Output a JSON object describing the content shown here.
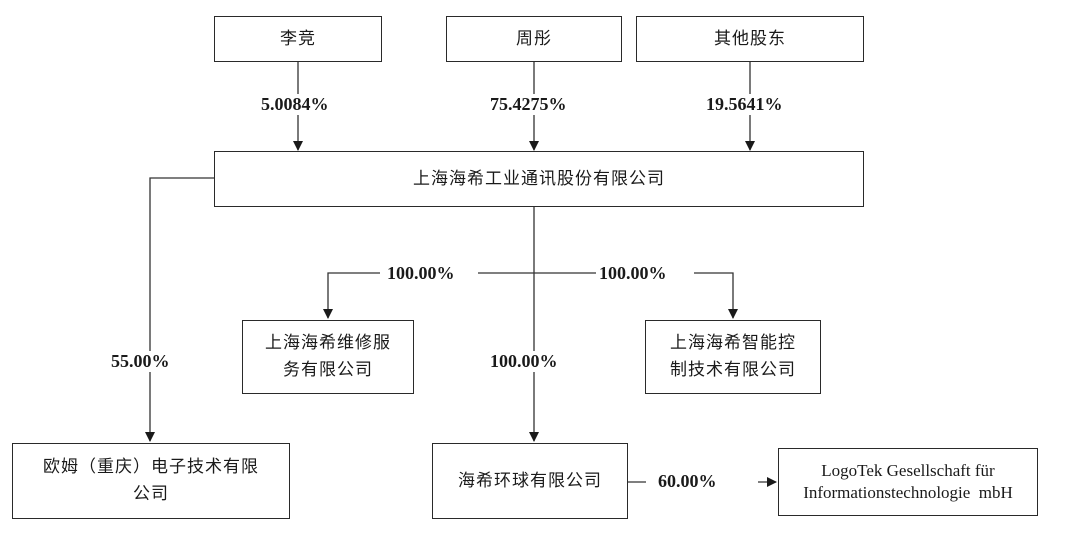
{
  "nodes": {
    "shareholder_li": "李竞",
    "shareholder_zhou": "周彤",
    "shareholder_other": "其他股东",
    "parent": "上海海希工业通讯股份有限公司",
    "sub_service": [
      "上海海希维修服",
      "务有限公司"
    ],
    "sub_smart": [
      "上海海希智能控",
      "制技术有限公司"
    ],
    "sub_oumu": [
      "欧姆（重庆）电子技术有限",
      "公司"
    ],
    "sub_global": "海希环球有限公司",
    "sub_logotek": [
      "LogoTek Gesellschaft für",
      "Informationstechnologie  mbH"
    ]
  },
  "edges": {
    "li_to_parent": "5.0084%",
    "zhou_to_parent": "75.4275%",
    "other_to_parent": "19.5641%",
    "parent_to_service": "100.00%",
    "parent_to_smart": "100.00%",
    "parent_to_oumu": "55.00%",
    "parent_to_global": "100.00%",
    "global_to_logotek": "60.00%"
  }
}
